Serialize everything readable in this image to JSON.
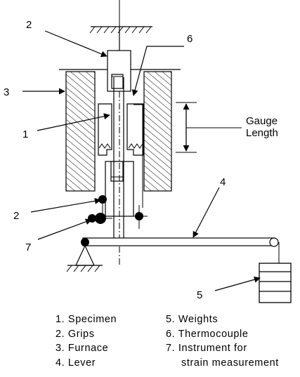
{
  "callouts": {
    "c2_top": "2",
    "c6": "6",
    "c3": "3",
    "c1": "1",
    "c4": "4",
    "c2_bottom": "2",
    "c7": "7",
    "c5": "5"
  },
  "gauge_length": {
    "line1": "Gauge",
    "line2": "Length"
  },
  "legend": {
    "left": [
      "1.  Specimen",
      "2.  Grips",
      "3.  Furnace",
      "4.  Lever"
    ],
    "right": [
      "5.  Weights",
      "6.  Thermocouple",
      "7.  Instrument for",
      "strain measurement"
    ]
  }
}
